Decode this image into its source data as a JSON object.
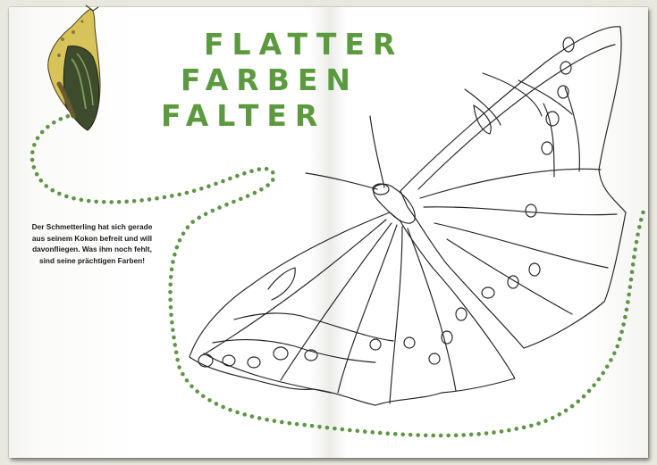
{
  "title": {
    "line1": "FLATTER",
    "line2": "FARBEN",
    "line3": "FALTER"
  },
  "intro_text": "Der Schmetterling hat sich gerade aus seinem Kokon befreit und will davonfliegen. Was ihm noch fehlt, sind seine prächtigen Farben!",
  "colors": {
    "title_green": "#5c9a3f",
    "dotted_path": "#5e9445",
    "page_background": "#e9e8de",
    "cocoon_yellow": "#d8c35a",
    "cocoon_dark_green": "#3e4b2c"
  },
  "illustrations": {
    "cocoon": "chrysalis-drawing",
    "butterfly": "butterfly-outline-coloring-page"
  }
}
